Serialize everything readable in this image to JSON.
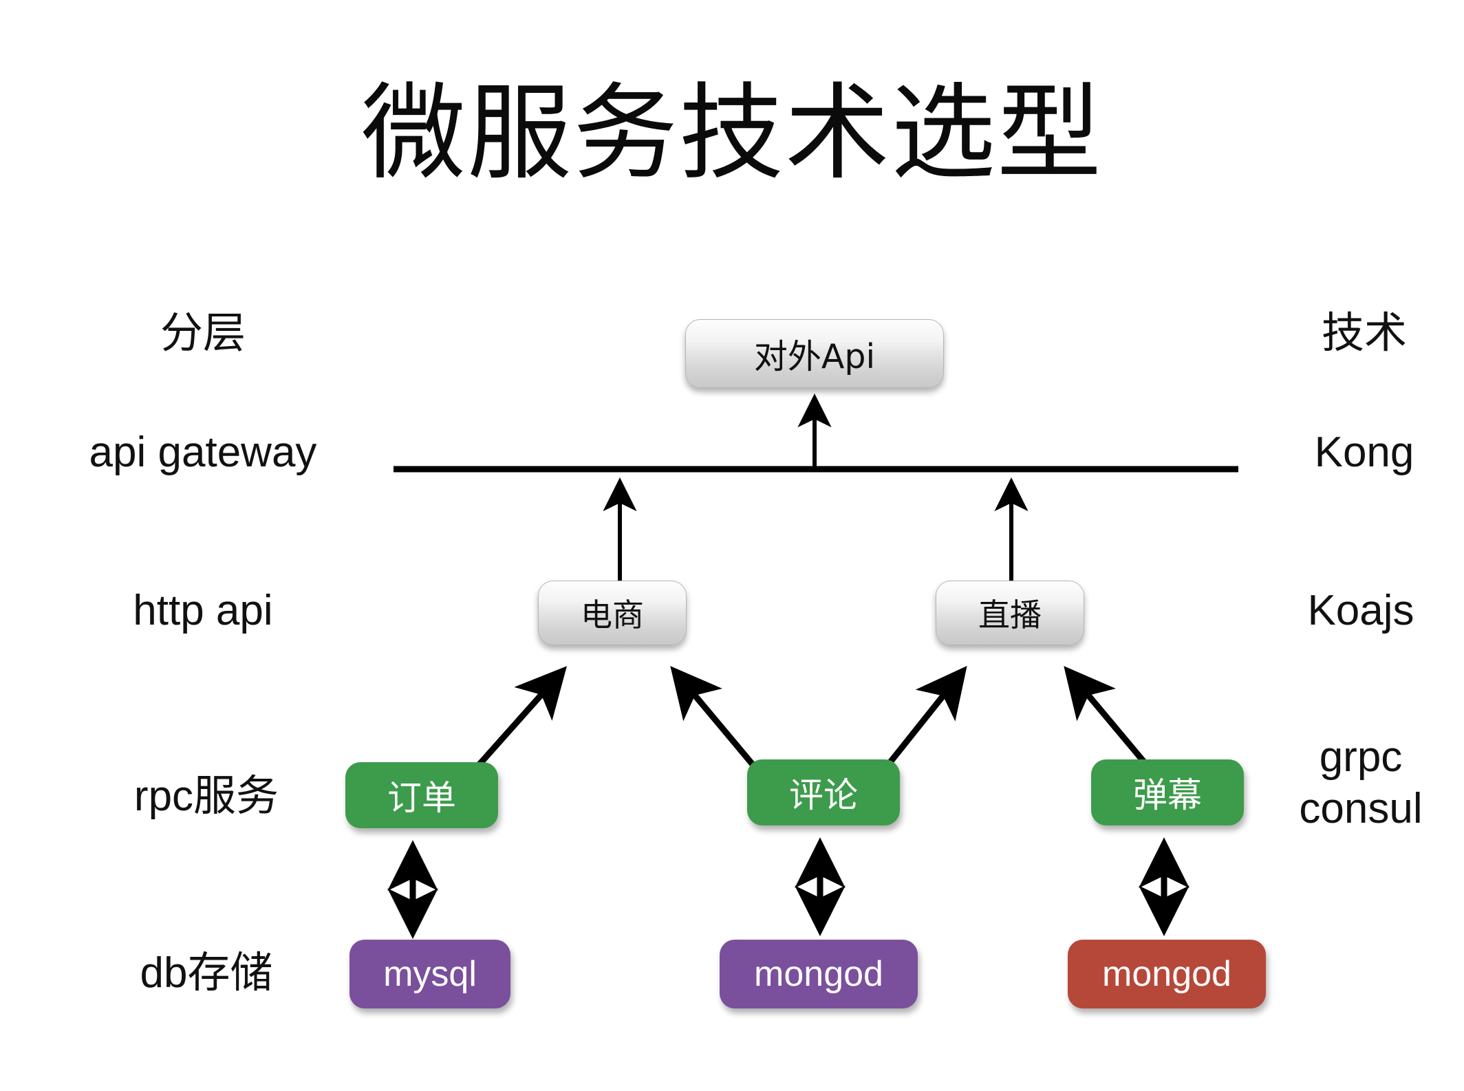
{
  "title": "微服务技术选型",
  "columns": {
    "left_header": "分层",
    "right_header": "技术"
  },
  "layers": [
    {
      "left": "api gateway",
      "right": "Kong"
    },
    {
      "left": "http api",
      "right": "Koajs"
    },
    {
      "left": "rpc服务",
      "right_line1": "grpc",
      "right_line2": "consul"
    },
    {
      "left": "db存储",
      "right": ""
    }
  ],
  "nodes": {
    "external_api": "对外Api",
    "http_services": [
      "电商",
      "直播"
    ],
    "rpc_services": [
      "订单",
      "评论",
      "弹幕"
    ],
    "databases": [
      "mysql",
      "mongod",
      "mongod"
    ]
  },
  "colors": {
    "green": "#3d9b4c",
    "purple": "#7a4f9c",
    "red": "#b6483a",
    "grey_box": "#e3e3e3",
    "line": "#000000",
    "background": "#ffffff"
  }
}
